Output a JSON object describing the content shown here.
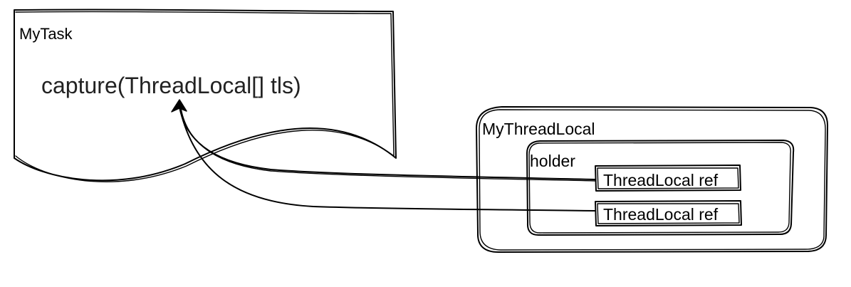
{
  "task": {
    "title": "MyTask",
    "method": "capture(ThreadLocal[] tls)"
  },
  "thread_local": {
    "title": "MyThreadLocal",
    "holder": {
      "label": "holder",
      "refs": [
        {
          "label": "ThreadLocal ref"
        },
        {
          "label": "ThreadLocal ref"
        }
      ]
    }
  }
}
